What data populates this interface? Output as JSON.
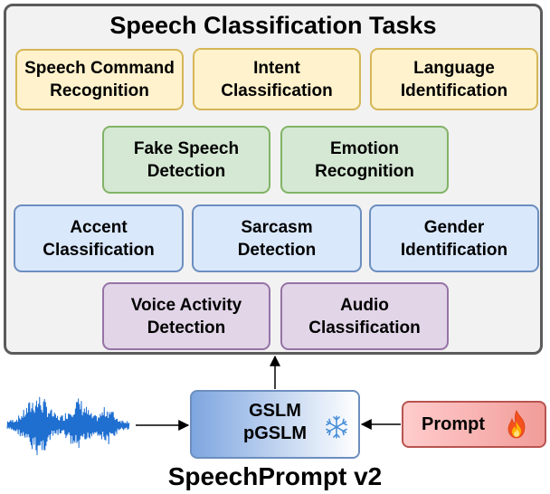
{
  "panel": {
    "title": "Speech Classification Tasks"
  },
  "tasks": {
    "speech_command": {
      "line1": "Speech Command",
      "line2": "Recognition"
    },
    "intent": {
      "line1": "Intent",
      "line2": "Classification"
    },
    "language": {
      "line1": "Language",
      "line2": "Identification"
    },
    "fake_speech": {
      "line1": "Fake Speech",
      "line2": "Detection"
    },
    "emotion": {
      "line1": "Emotion",
      "line2": "Recognition"
    },
    "accent": {
      "line1": "Accent",
      "line2": "Classification"
    },
    "sarcasm": {
      "line1": "Sarcasm",
      "line2": "Detection"
    },
    "gender": {
      "line1": "Gender",
      "line2": "Identification"
    },
    "voice_activity": {
      "line1": "Voice Activity",
      "line2": "Detection"
    },
    "audio": {
      "line1": "Audio",
      "line2": "Classification"
    }
  },
  "model": {
    "line1": "GSLM",
    "line2": "pGSLM",
    "icon": "snowflake-icon"
  },
  "prompt": {
    "label": "Prompt",
    "icon": "fire-icon"
  },
  "input": {
    "icon": "waveform-icon"
  },
  "caption": "SpeechPrompt v2",
  "colors": {
    "panel_fill": "#f2f2f2",
    "panel_border": "#5b5b5b",
    "yellow_fill": "#fff2cc",
    "yellow_border": "#d6b656",
    "green_fill": "#d5e8d4",
    "green_border": "#82b366",
    "blue_fill": "#dae8fc",
    "blue_border": "#6c8ebf",
    "purple_fill": "#e1d5e7",
    "purple_border": "#9673a6",
    "prompt_fill": "#f19c99",
    "prompt_border": "#b85450",
    "waveform": "#1f6fd1"
  }
}
